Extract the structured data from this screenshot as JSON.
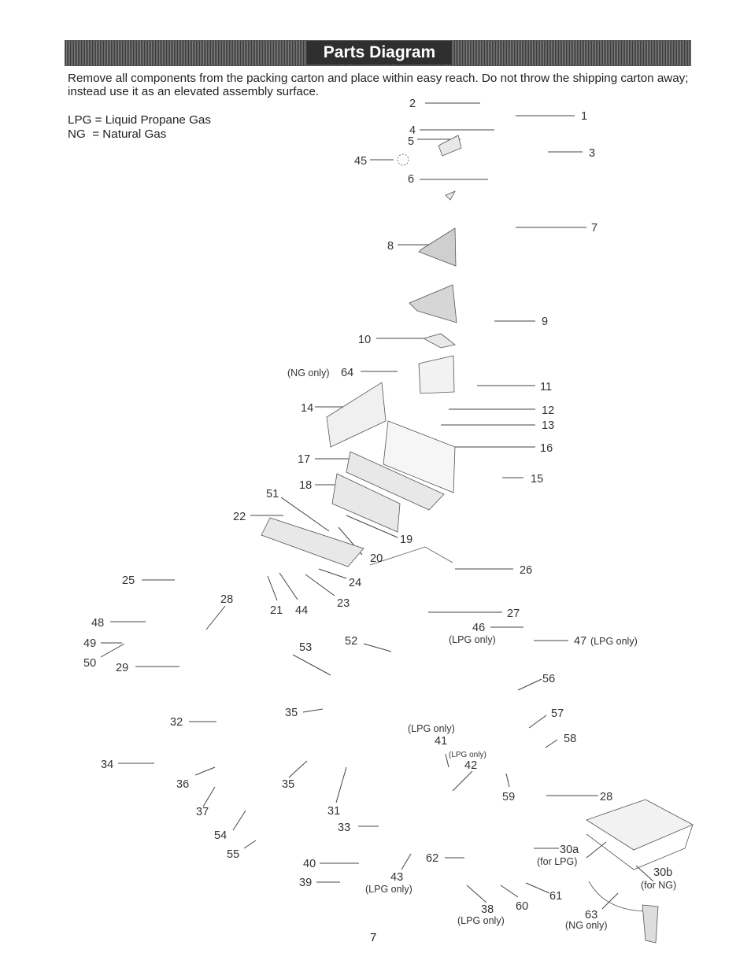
{
  "header": {
    "title": "Parts Diagram"
  },
  "intro": "Remove all components from the packing carton and place within easy reach. Do not throw the shipping carton away; instead use it as an elevated assembly surface.",
  "legend": [
    "LPG = Liquid Propane Gas",
    "NG  = Natural Gas"
  ],
  "notes": {
    "ng_only_paren": "(NG only)",
    "lpg_only_paren": "(LPG only)",
    "lpg_only_suffix": "(LPG only)",
    "for_lpg": "(for LPG)",
    "for_ng": "(for NG)"
  },
  "part_numbers": [
    "1",
    "2",
    "3",
    "4",
    "5",
    "6",
    "7",
    "8",
    "9",
    "10",
    "11",
    "12",
    "13",
    "14",
    "15",
    "16",
    "17",
    "18",
    "19",
    "20",
    "21",
    "22",
    "23",
    "24",
    "25",
    "26",
    "27",
    "28",
    "28",
    "29",
    "30a",
    "30b",
    "31",
    "32",
    "33",
    "34",
    "35",
    "35",
    "36",
    "37",
    "38",
    "39",
    "40",
    "41",
    "42",
    "43",
    "44",
    "45",
    "46",
    "47",
    "48",
    "49",
    "50",
    "51",
    "52",
    "53",
    "54",
    "55",
    "56",
    "57",
    "58",
    "59",
    "60",
    "61",
    "62",
    "63",
    "64"
  ],
  "page_number": "7"
}
